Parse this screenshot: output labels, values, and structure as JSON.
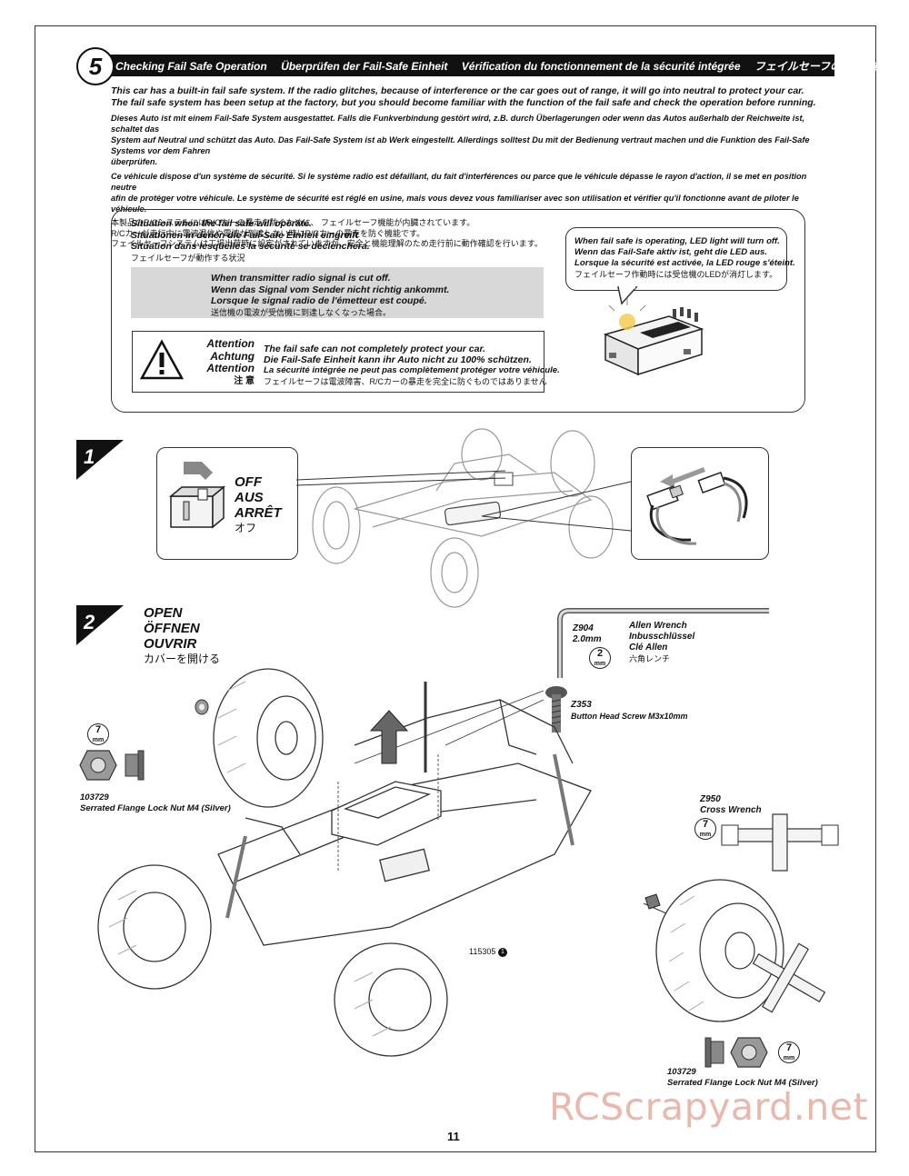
{
  "section": {
    "number": "5",
    "titles": [
      "Checking Fail Safe Operation",
      "Überprüfen der Fail-Safe Einheit",
      "Vérification du fonctionnement de la sécurité intégrée",
      "フェイルセーフの動作確認"
    ]
  },
  "intro": {
    "en": [
      "This car has a built-in fail safe system. If the radio glitches, because of interference or the car goes out of range, it will go into neutral to protect your car.",
      "The fail safe system has been setup at the factory, but you should become familiar with the function of the fail safe and check the operation before running."
    ],
    "de": [
      "Dieses Auto ist mit einem Fail-Safe System ausgestattet. Falls die Funkverbindung gestört wird, z.B. durch Überlagerungen oder wenn das Autos außerhalb der Reichweite ist, schaltet das",
      "System auf Neutral und schützt das Auto. Das Fail-Safe System ist ab Werk eingestellt. Allerdings solltest Du mit der Bedienung vertraut machen und die Funktion des Fail-Safe Systems vor dem Fahren",
      "überprüfen."
    ],
    "fr": [
      "Ce véhicule dispose d'un système de sécurité. Si le système radio est défaillant, du fait d'interférences ou parce que le véhicule dépasse le rayon d'action, il se met en position neutre",
      "afin de protéger votre véhicule. Le système de sécurité est réglé en usine, mais vous devez vous familiariser avec son utilisation et vérifier qu'il fonctionne avant de piloter le véhicule."
    ],
    "jp": [
      "本製品のR/CシステムにはR/Cカーの暴走を防ぐために、 フェイルセーフ機能が内臓されています。",
      "R/Cカーが走行中に電波混信や電波が到達しない時にR/Cカーの暴走を防ぐ機能です。",
      "フェイルセーフシステムは工場出荷時に設定がされていますが、安全と機能理解のため走行前に動作確認を行います。"
    ]
  },
  "situation": {
    "lines": [
      "Situation when the fail safe will operate.",
      "Situationen in denen die Fail-Safe Einheit eingreift",
      "Situation dans lesquelles la sécurité se déclenchera.",
      "フェイルセーフが動作する状況"
    ],
    "signal": [
      "When transmitter radio signal is cut off.",
      "Wenn das Signal vom Sender nicht richtig ankommt.",
      "Lorsque le signal radio de l'émetteur est coupé.",
      "送信機の電波が受信機に到達しなくなった場合。"
    ]
  },
  "attention": {
    "labels": [
      "Attention",
      "Achtung",
      "Attention",
      "注 意"
    ],
    "lines": [
      "The fail safe can not completely protect your car.",
      "Die Fail-Safe Einheit kann ihr Auto nicht zu 100% schützen.",
      "La sécurité intégrée ne peut pas complètement protéger votre véhicule.",
      "フェイルセーフは電波障害、R/Cカーの暴走を完全に防ぐものではありません"
    ]
  },
  "led_note": [
    "When fail safe is operating, LED light will turn off.",
    "Wenn das Fail-Safe aktiv ist, geht die LED aus.",
    "Lorsque la sécurité est activée, la LED rouge s'éteint.",
    "フェイルセーフ作動時には受信機のLEDが消灯します。"
  ],
  "step1": {
    "number": "1",
    "switch": [
      "OFF",
      "AUS",
      "ARRÊT",
      "オフ"
    ]
  },
  "step2": {
    "number": "2",
    "open": [
      "OPEN",
      "ÖFFNEN",
      "OUVRIR",
      "カバーを開ける"
    ],
    "allen": {
      "code": "Z904",
      "size": "2.0mm",
      "mm": "2",
      "names": [
        "Allen Wrench",
        "Inbusschlüssel",
        "Clé Allen",
        "六角レンチ"
      ]
    },
    "screw": {
      "code": "Z353",
      "name": "Button Head Screw M3x10mm"
    },
    "nut_left": {
      "code": "103729",
      "name": "Serrated Flange Lock Nut M4 (Silver)",
      "mm": "7"
    },
    "nut_right": {
      "code": "103729",
      "name": "Serrated Flange Lock Nut M4 (Silver)",
      "mm": "7"
    },
    "cross": {
      "code": "Z950",
      "name": "Cross Wrench",
      "mm": "7"
    },
    "part_ref": "115305",
    "part_count": "1",
    "mm_unit": "mm"
  },
  "page_number": "11",
  "watermark": "RCScrapyard.net"
}
